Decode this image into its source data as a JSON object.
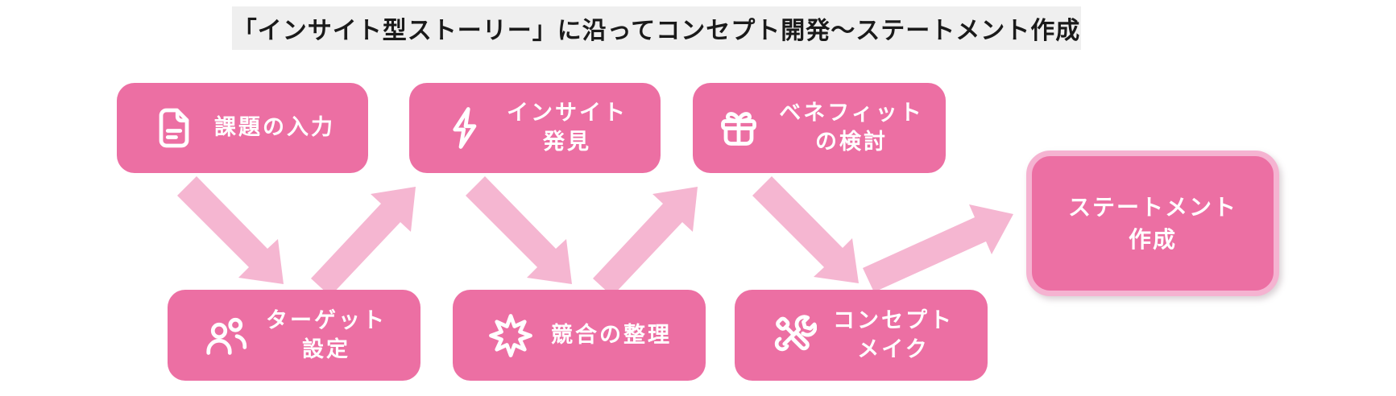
{
  "title": "「インサイト型ストーリー」に沿ってコンセプト開発〜ステートメント作成",
  "colors": {
    "card_fill": "#EC6FA3",
    "arrow_fill": "#F5B6D1",
    "statement_ring": "#F5B3D1",
    "title_bg": "#EFEFEF",
    "title_text": "#1A1A1A",
    "card_text": "#FFFFFF"
  },
  "steps": [
    {
      "id": "task-input",
      "label": "課題の入力",
      "lines": [
        "課題の入力"
      ],
      "icon": "document-icon",
      "row": "top"
    },
    {
      "id": "insight-discovery",
      "label": "インサイト発見",
      "lines": [
        "インサイト",
        "発見"
      ],
      "icon": "lightning-icon",
      "row": "top"
    },
    {
      "id": "benefit-review",
      "label": "ベネフィットの検討",
      "lines": [
        "ベネフィット",
        "の検討"
      ],
      "icon": "gift-icon",
      "row": "top"
    },
    {
      "id": "target-setting",
      "label": "ターゲット設定",
      "lines": [
        "ターゲット",
        "設定"
      ],
      "icon": "people-icon",
      "row": "bottom"
    },
    {
      "id": "competitor-organize",
      "label": "競合の整理",
      "lines": [
        "競合の整理"
      ],
      "icon": "starburst-icon",
      "row": "bottom"
    },
    {
      "id": "concept-make",
      "label": "コンセプトメイク",
      "lines": [
        "コンセプト",
        "メイク"
      ],
      "icon": "tools-icon",
      "row": "bottom"
    },
    {
      "id": "statement-creation",
      "label": "ステートメント作成",
      "lines": [
        "ステートメント",
        "作成"
      ],
      "icon": null,
      "row": "right"
    }
  ],
  "connections": [
    {
      "from": "課題の入力",
      "to": "ターゲット設定",
      "direction": "down-right"
    },
    {
      "from": "ターゲット設定",
      "to": "インサイト発見",
      "direction": "up-right"
    },
    {
      "from": "インサイト発見",
      "to": "競合の整理",
      "direction": "down-right"
    },
    {
      "from": "競合の整理",
      "to": "ベネフィットの検討",
      "direction": "up-right"
    },
    {
      "from": "ベネフィットの検討",
      "to": "コンセプトメイク",
      "direction": "down-right"
    },
    {
      "from": "コンセプトメイク",
      "to": "ステートメント作成",
      "direction": "up-right"
    }
  ]
}
